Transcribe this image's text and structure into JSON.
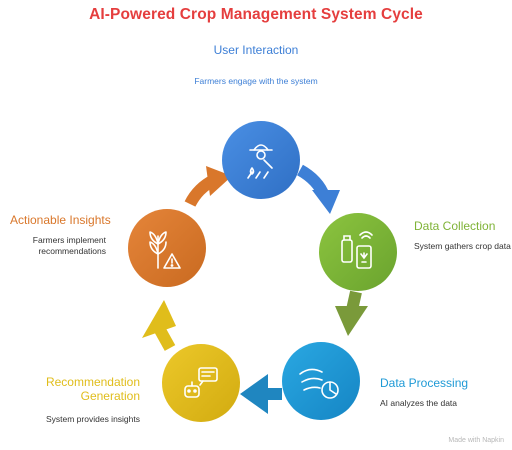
{
  "title": "AI-Powered Crop Management System Cycle",
  "steps": [
    {
      "label": "User Interaction",
      "desc": "Farmers engage with the system",
      "icon": "farmer-icon",
      "color": "#3d7fd6"
    },
    {
      "label": "Data Collection",
      "desc": "System gathers crop data",
      "icon": "sensor-phone-icon",
      "color": "#7fb337"
    },
    {
      "label": "Data Processing",
      "desc": "AI analyzes the data",
      "icon": "data-analysis-icon",
      "color": "#1f9ad6"
    },
    {
      "label": "Recommendation Generation",
      "label_lines": [
        "Recommendation",
        "Generation"
      ],
      "desc": "System provides insights",
      "icon": "robot-chat-icon",
      "color": "#e0bd1b"
    },
    {
      "label": "Actionable Insights",
      "desc": "Farmers implement recommendations",
      "desc_lines": [
        "Farmers implement",
        "recommendations"
      ],
      "icon": "wheat-warning-icon",
      "color": "#d9772b"
    }
  ],
  "footer": "Made with Napkin"
}
